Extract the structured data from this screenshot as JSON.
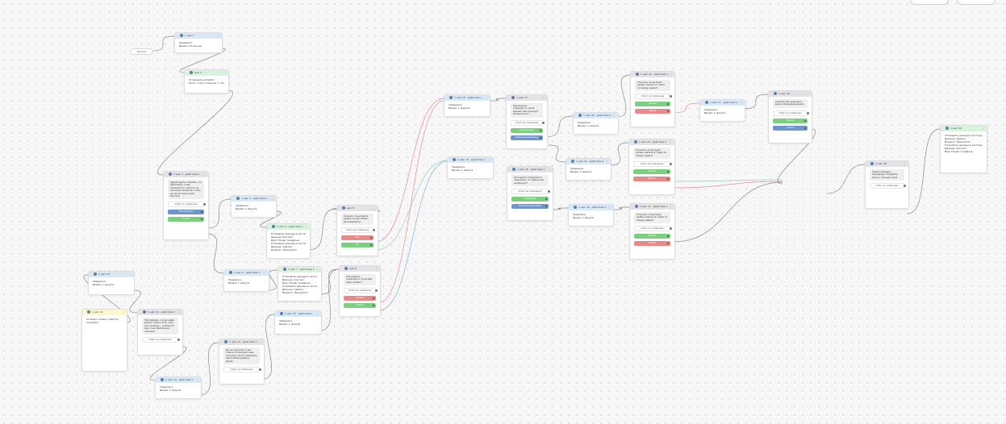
{
  "canvas": {
    "top_buttons": [
      "",
      ""
    ]
  },
  "start_pill": "Начало",
  "nodes": [
    {
      "id": "n1",
      "title": "1 шаг 1",
      "color": "blue",
      "lines": [
        "Задержка",
        "Время: 10 секунд"
      ]
    },
    {
      "id": "n2",
      "title": "шаг 2",
      "color": "green",
      "lines": [
        "Установить атрибут",
        "Поле: статус клиента = «В работе»"
      ]
    },
    {
      "id": "n3",
      "title": "1 шаг 3 · действие 1",
      "color": "gray",
      "message": "Здравствуйте! Спасибо, что обратились к нам. Пожалуйста, ответьте на несколько вопросов, чтобы мы могли помочь вам быстрее.",
      "answer": "Ответ на сообщение",
      "buttons": [
        {
          "label": "Начать диалог",
          "color": "blue"
        },
        {
          "label": "Позже",
          "color": "green"
        }
      ]
    },
    {
      "id": "n4",
      "title": "1 шаг 4 · действие 1",
      "color": "blue",
      "lines": [
        "Задержка",
        "Время: 1 минута"
      ]
    },
    {
      "id": "n5",
      "title": "1 шаг 5 · действие 1",
      "color": "green",
      "lines": [
        "Отправить данные в систему",
        "Данные: Контакт",
        "Имя, Номер телефона",
        "Отправить данные в систему",
        "Данные: Сделка",
        "Бюджет, Приоритет"
      ]
    },
    {
      "id": "n6",
      "title": "1 шаг 6 · действие 1",
      "color": "blue",
      "lines": [
        "Задержка",
        "Время: 1 минута"
      ]
    },
    {
      "id": "n7",
      "title": "1 шаг 7 · действие 1",
      "color": "green",
      "lines": [
        "Отправить данные в систему",
        "Данные: Контакт",
        "Имя, Номер телефона",
        "Отправить данные в систему",
        "Данные: Сделка",
        "Бюджет, Приоритет"
      ]
    },
    {
      "id": "n8",
      "title": "шаг 8",
      "color": "gray",
      "message": "Скажите, пожалуйста, удобно ли вам сейчас разговаривать?",
      "answer": "Ответ на сообщение",
      "buttons": [
        {
          "label": "Нет",
          "color": "red"
        },
        {
          "label": "Да",
          "color": "green"
        }
      ]
    },
    {
      "id": "n9",
      "title": "шаг 9",
      "color": "gray",
      "message": "Подскажите, пожалуйста, когда вам будет удобно?",
      "answer": "Ответ на сообщение",
      "buttons": [
        {
          "label": "Сегодня",
          "color": "red"
        },
        {
          "label": "Завтра",
          "color": "green"
        }
      ]
    },
    {
      "id": "n10",
      "title": "1 шаг 10",
      "color": "blue",
      "lines": [
        "Задержка",
        "Время: 1 минута"
      ]
    },
    {
      "id": "n11",
      "title": "1 шаг 11",
      "color": "yellow",
      "lines": [
        "Условие: клиент ответил",
        "на вопрос"
      ]
    },
    {
      "id": "n12",
      "title": "1 шаг 12 · действие 1",
      "color": "gray",
      "message": "Напоминаем, что мы ждём вашего ответа. Если у вас есть вопросы — напишите нам, и мы обязательно поможем.",
      "answer": "Ответ на сообщение"
    },
    {
      "id": "n13",
      "title": "1 шаг 13 · действие 1",
      "color": "blue",
      "lines": [
        "Задержка",
        "Время: 1 минута"
      ]
    },
    {
      "id": "n14",
      "title": "1 шаг 14 · действие 1",
      "color": "gray",
      "message": "Мы не получили от вас ответа. Если вопрос ещё актуален, просто напишите нам в любое удобное время.",
      "answer": "Ответ на сообщение"
    },
    {
      "id": "n15",
      "title": "1 шаг 15 · действие 1",
      "color": "blue",
      "lines": [
        "Задержка",
        "Время: 1 минута"
      ]
    },
    {
      "id": "n16",
      "title": "1 шаг 16 · действие 1",
      "color": "blue",
      "lines": [
        "Задержка",
        "Время: 1 минута"
      ]
    },
    {
      "id": "n17",
      "title": "1 шаг 17",
      "color": "gray",
      "message": "Подскажите, пожалуйста, какой вариант вам подходит больше всего?",
      "answer": "Ответ на сообщение",
      "buttons": [
        {
          "label": "Консультация",
          "color": "green"
        },
        {
          "label": "Позвонить менеджеру",
          "color": "blue"
        }
      ]
    },
    {
      "id": "n18",
      "title": "1 шаг 18 · действие 1",
      "color": "gray",
      "message": "Расскажите, пожалуйста, подробнее, что именно вас интересует?",
      "answer": "Ответ на сообщение",
      "buttons": [
        {
          "label": "Подробнее",
          "color": "green"
        },
        {
          "label": "Позвонить менеджеру",
          "color": "blue"
        }
      ]
    },
    {
      "id": "n19",
      "title": "1 шаг 19 · действие 1",
      "color": "blue",
      "lines": [
        "Задержка",
        "Время: 1 минута"
      ]
    },
    {
      "id": "n20",
      "title": "1 шаг 20 · действие 1",
      "color": "blue",
      "lines": [
        "Задержка",
        "Время: 1 минута"
      ]
    },
    {
      "id": "n21",
      "title": "1 шаг 21 · действие 1",
      "color": "blue",
      "lines": [
        "Задержка",
        "Время: 1 минута"
      ]
    },
    {
      "id": "n22",
      "title": "1 шаг 22 · действие 1",
      "color": "gray",
      "message": "Уточните, когда будет удобно связаться с вами по поводу заявки?",
      "answer": "Ответ на сообщение",
      "buttons": [
        {
          "label": "Сегодня",
          "color": "green"
        },
        {
          "label": "Завтра",
          "color": "red"
        }
      ]
    },
    {
      "id": "n23",
      "title": "1 шаг 23 · действие 1",
      "color": "gray",
      "message": "Уточните, когда будет удобно связаться с вами по поводу заявки?",
      "answer": "Ответ на сообщение",
      "buttons": [
        {
          "label": "Сегодня",
          "color": "green"
        },
        {
          "label": "Завтра",
          "color": "red"
        }
      ]
    },
    {
      "id": "n24",
      "title": "1 шаг 24 · действие 1",
      "color": "gray",
      "message": "Уточните, когда будет удобно связаться с вами по поводу заявки?",
      "answer": "Ответ на сообщение",
      "buttons": [
        {
          "label": "Сегодня",
          "color": "green"
        },
        {
          "label": "Завтра",
          "color": "red"
        }
      ]
    },
    {
      "id": "n25",
      "title": "1 шаг 25 · действие 1",
      "color": "blue",
      "lines": [
        "Задержка",
        "Время: 1 минута"
      ]
    },
    {
      "id": "n26",
      "title": "1 шаг 26",
      "color": "gray",
      "message": "Спасибо! Мы свяжемся с вами в ближайшее время.",
      "answer": "Ответ на сообщение",
      "buttons": [
        {
          "label": "Хорошо",
          "color": "green"
        },
        {
          "label": "Отмена",
          "color": "blue"
        }
      ]
    },
    {
      "id": "n27",
      "title": "1 шаг 27 · действие 1",
      "color": "blue",
      "lines": [
        "Задержка",
        "Время: 1 минута"
      ]
    },
    {
      "id": "n28",
      "title": "1 шаг 28",
      "color": "gray",
      "message": "Заявка передана менеджеру. Ожидайте звонка. Хорошего дня!",
      "answer": "Ответ на сообщение"
    },
    {
      "id": "n29",
      "title": "1 шаг 29",
      "color": "green",
      "lines": [
        "Отправить данные в систему",
        "Данные: Сделка",
        "Бюджет, Приоритет",
        "Отправить данные в систему",
        "Данные: Контакт",
        "Имя, Номер телефона"
      ]
    }
  ]
}
